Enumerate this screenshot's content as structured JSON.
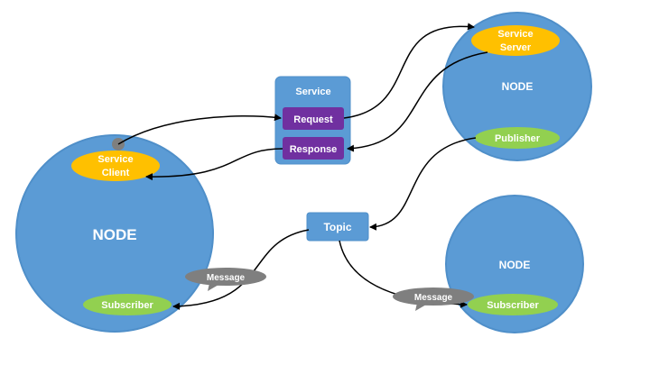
{
  "colors": {
    "node_fill": "#5b9bd5",
    "node_stroke": "#4f8fc9",
    "orange": "#ffc000",
    "green": "#92d050",
    "purple": "#7030a0",
    "message_gray": "#7f7f7f",
    "arrow": "#000000",
    "white": "#ffffff"
  },
  "nodes": {
    "main_node_label": "NODE",
    "server_node_label": "NODE",
    "subscriber_node_label": "NODE"
  },
  "service": {
    "title": "Service",
    "request_label": "Request",
    "response_label": "Response"
  },
  "service_server": {
    "line1": "Service",
    "line2": "Server"
  },
  "service_client": {
    "line1": "Service",
    "line2": "Client"
  },
  "publisher_label": "Publisher",
  "topic_label": "Topic",
  "subscriber_left_label": "Subscriber",
  "subscriber_right_label": "Subscriber",
  "message_left_label": "Message",
  "message_right_label": "Message"
}
